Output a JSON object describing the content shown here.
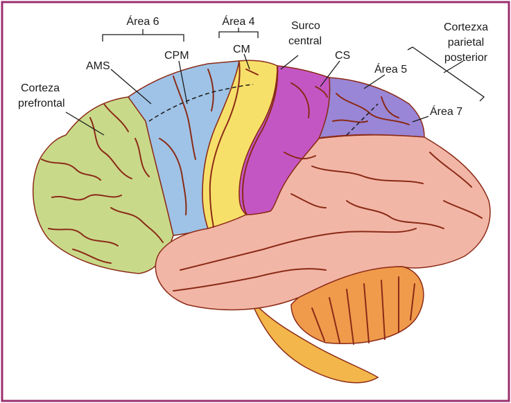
{
  "labels": {
    "area6": "Área 6",
    "area4": "Área 4",
    "ams": "AMS",
    "cpm": "CPM",
    "cm": "CM",
    "surco_line1": "Surco",
    "surco_line2": "central",
    "cs": "CS",
    "area5": "Área 5",
    "area7": "Área 7",
    "corteza_line1": "Corteza",
    "corteza_line2": "prefrontal",
    "parietal_line1": "Cortezxa",
    "parietal_line2": "parietal",
    "parietal_line3": "posterior"
  },
  "colors": {
    "border": "#9b2f6e",
    "prefrontal": "#c9d98a",
    "premotor": "#9fc3e6",
    "motor": "#f7e06a",
    "somatosensory": "#c456c4",
    "parietal": "#9a86d6",
    "temporal": "#f2b6a6",
    "cerebellum": "#f09a4c",
    "brainstem": "#f3b64a",
    "sulcus": "#8a2a16"
  }
}
